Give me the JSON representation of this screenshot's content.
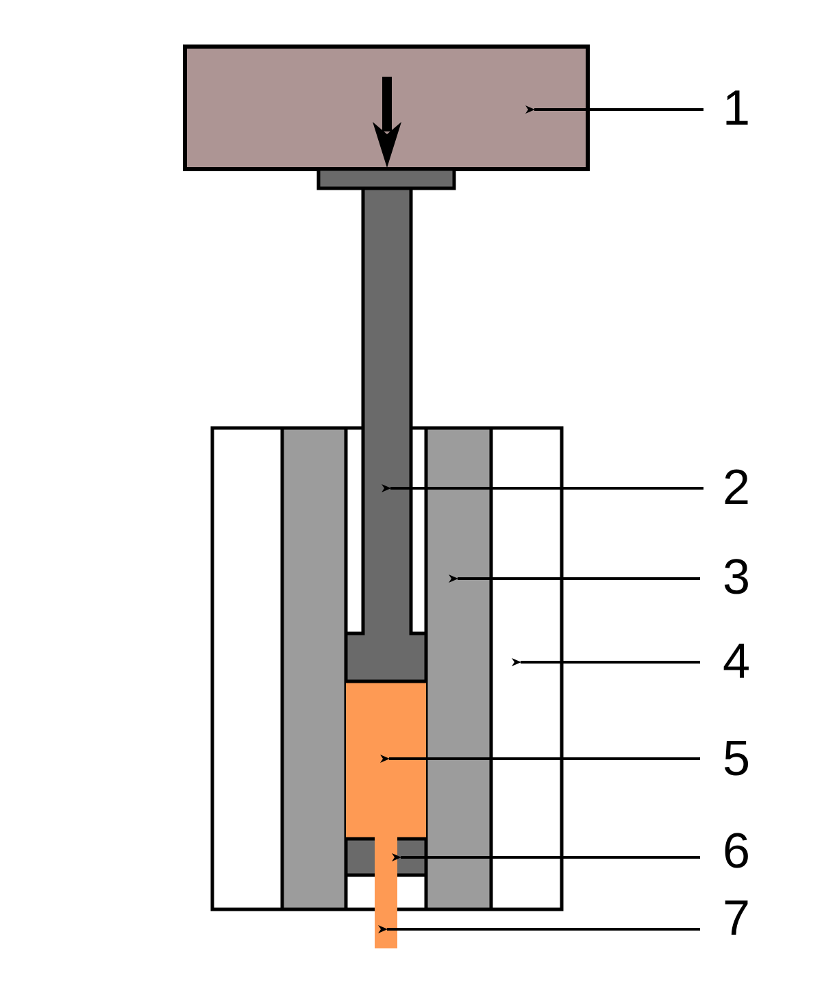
{
  "diagram": {
    "labels": [
      "1",
      "2",
      "3",
      "4",
      "5",
      "6",
      "7"
    ],
    "colors": {
      "press_block": "#ad9594",
      "punch": "#6a6a6a",
      "container_liner": "#9c9c9c",
      "container_outer": "#ffffff",
      "billet": "#fe9a54",
      "outline": "#000000"
    },
    "icons": {
      "force_arrow": "arrow-down-icon",
      "leader_arrow": "arrow-left-icon"
    }
  }
}
